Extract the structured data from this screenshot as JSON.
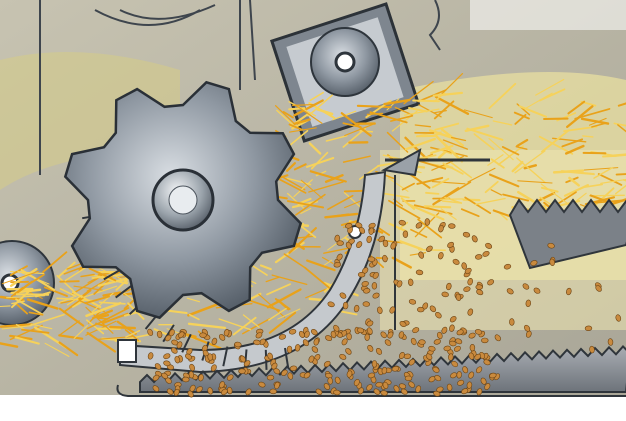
{
  "diagram": {
    "description": "",
    "components": [
      {
        "id": "threshing-drum",
        "icon": "threshing-drum-icon"
      },
      {
        "id": "beater-drum",
        "icon": "beater-drum-icon"
      },
      {
        "id": "feeder-drum",
        "icon": "feeder-drum-icon"
      },
      {
        "id": "concave",
        "icon": "concave-icon"
      },
      {
        "id": "straw-walker",
        "icon": "straw-walker-icon"
      },
      {
        "id": "grain-pan",
        "icon": "grain-pan-icon"
      },
      {
        "id": "deflector",
        "icon": "deflector-icon"
      }
    ],
    "colors": {
      "background": "#b9b5a3",
      "drum_metal": "#9aa3ad",
      "drum_dark": "#5a6470",
      "straw": "#e9a21a",
      "straw_light": "#f6d25a",
      "grain": "#c98a3e",
      "housing_yellow": "#e6d98c",
      "pan_grey": "#8e949b"
    }
  }
}
